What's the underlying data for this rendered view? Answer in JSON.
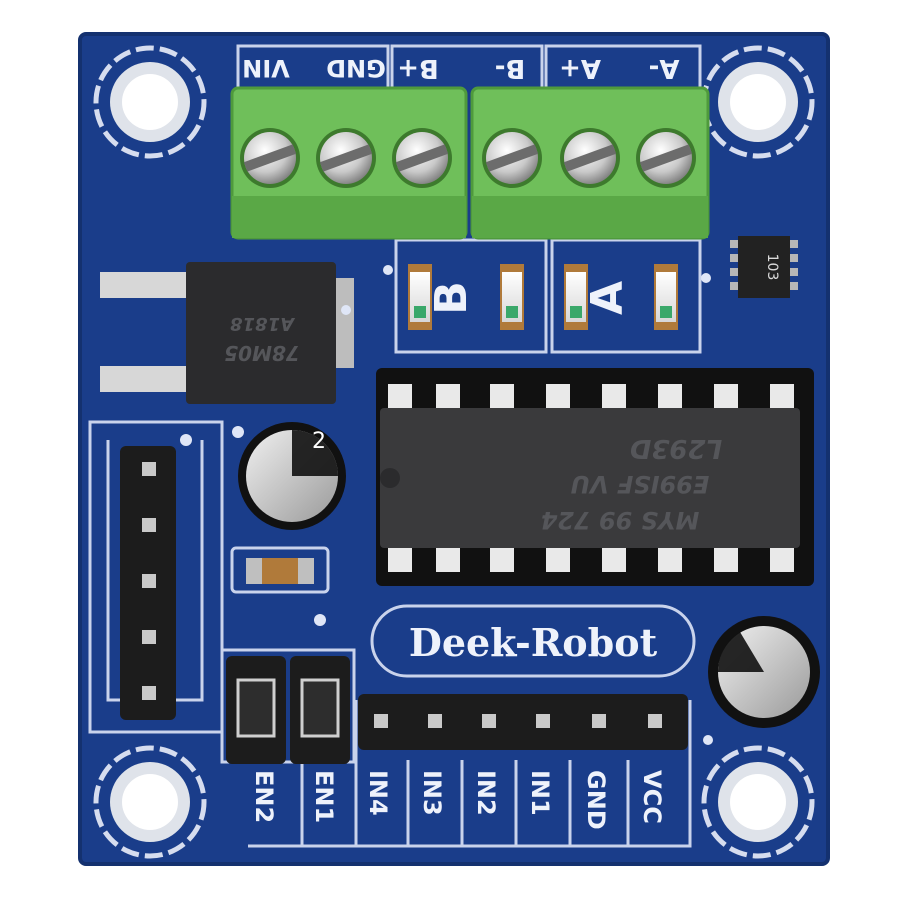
{
  "board": {
    "brand": "Deek-Robot",
    "colors": {
      "pcb": "#1a3d8a",
      "terminal": "#6fbf5a",
      "silkscreen": "#eef2fb",
      "chip": "#2b2b2d"
    }
  },
  "terminals": {
    "labels": [
      "GND",
      "VIN",
      "B+",
      "B-",
      "A+",
      "A-"
    ]
  },
  "leds": {
    "labels": [
      "B",
      "A"
    ]
  },
  "regulator": {
    "marking_1": "78M05",
    "marking_2": "A1818"
  },
  "chip": {
    "marking_1": "L293D",
    "marking_2": "E99ISF VU",
    "marking_3": "MYS 99 724"
  },
  "resistor_array": {
    "marking": "103"
  },
  "capacitor": {
    "marking": "2"
  },
  "pin_header": {
    "labels": [
      "EN2",
      "EN1",
      "IN4",
      "IN3",
      "IN2",
      "IN1",
      "GND",
      "VCC"
    ]
  }
}
